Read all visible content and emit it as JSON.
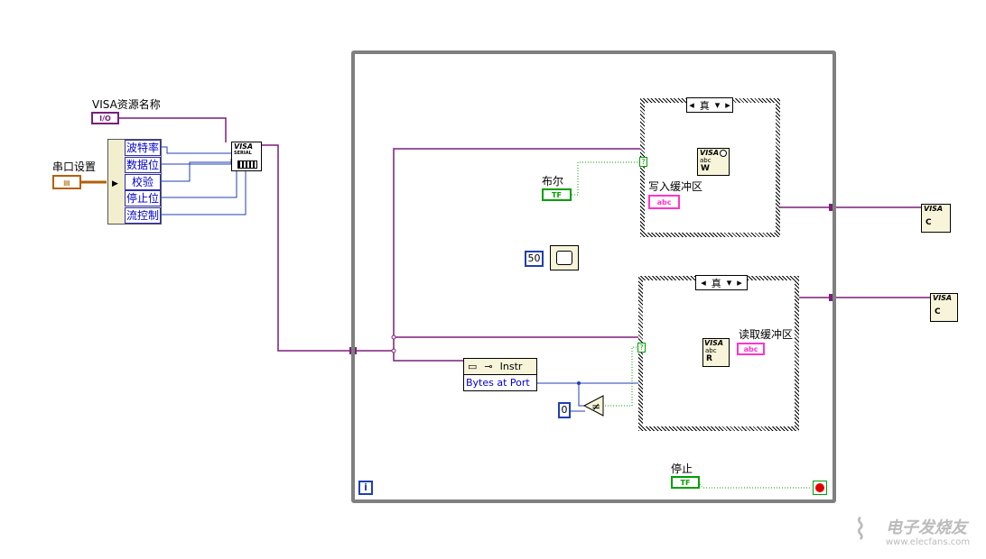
{
  "labels": {
    "visa_resource_name": "VISA资源名称",
    "serial_settings": "串口设置",
    "bool": "布尔",
    "write_buffer": "写入缓冲区",
    "read_buffer": "读取缓冲区",
    "stop": "停止"
  },
  "cluster": {
    "items": [
      "波特率",
      "数据位",
      "校验",
      "停止位",
      "流控制"
    ]
  },
  "constants": {
    "wait_ms": "50",
    "zero": "0"
  },
  "controls": {
    "io": "I/O",
    "tf": "TF",
    "abc": "abc",
    "cluster_icon": "▤"
  },
  "property_node": {
    "class": "Instr",
    "property": "Bytes at Port"
  },
  "case_structures": {
    "top_selector": "真",
    "bottom_selector": "真"
  },
  "subvis": {
    "configure": "VISA",
    "configure_sub": "SERIAL",
    "write": "VISA",
    "write_sub": "W",
    "read": "VISA",
    "read_sub": "R",
    "close1": "VISA",
    "close2": "VISA",
    "close_sub": "C"
  },
  "loop": {
    "iteration_terminal": "i"
  },
  "watermark": {
    "line1": "电子发烧友",
    "line2": "www.elecfans.com"
  },
  "colors": {
    "visa_wire": "#7a1f7a",
    "number_wire": "#1f3fb0",
    "bool_wire": "#00a000",
    "string_wire": "#ff33cc",
    "cluster_wire": "#8b4513",
    "loop_border": "#7f7f7f"
  }
}
